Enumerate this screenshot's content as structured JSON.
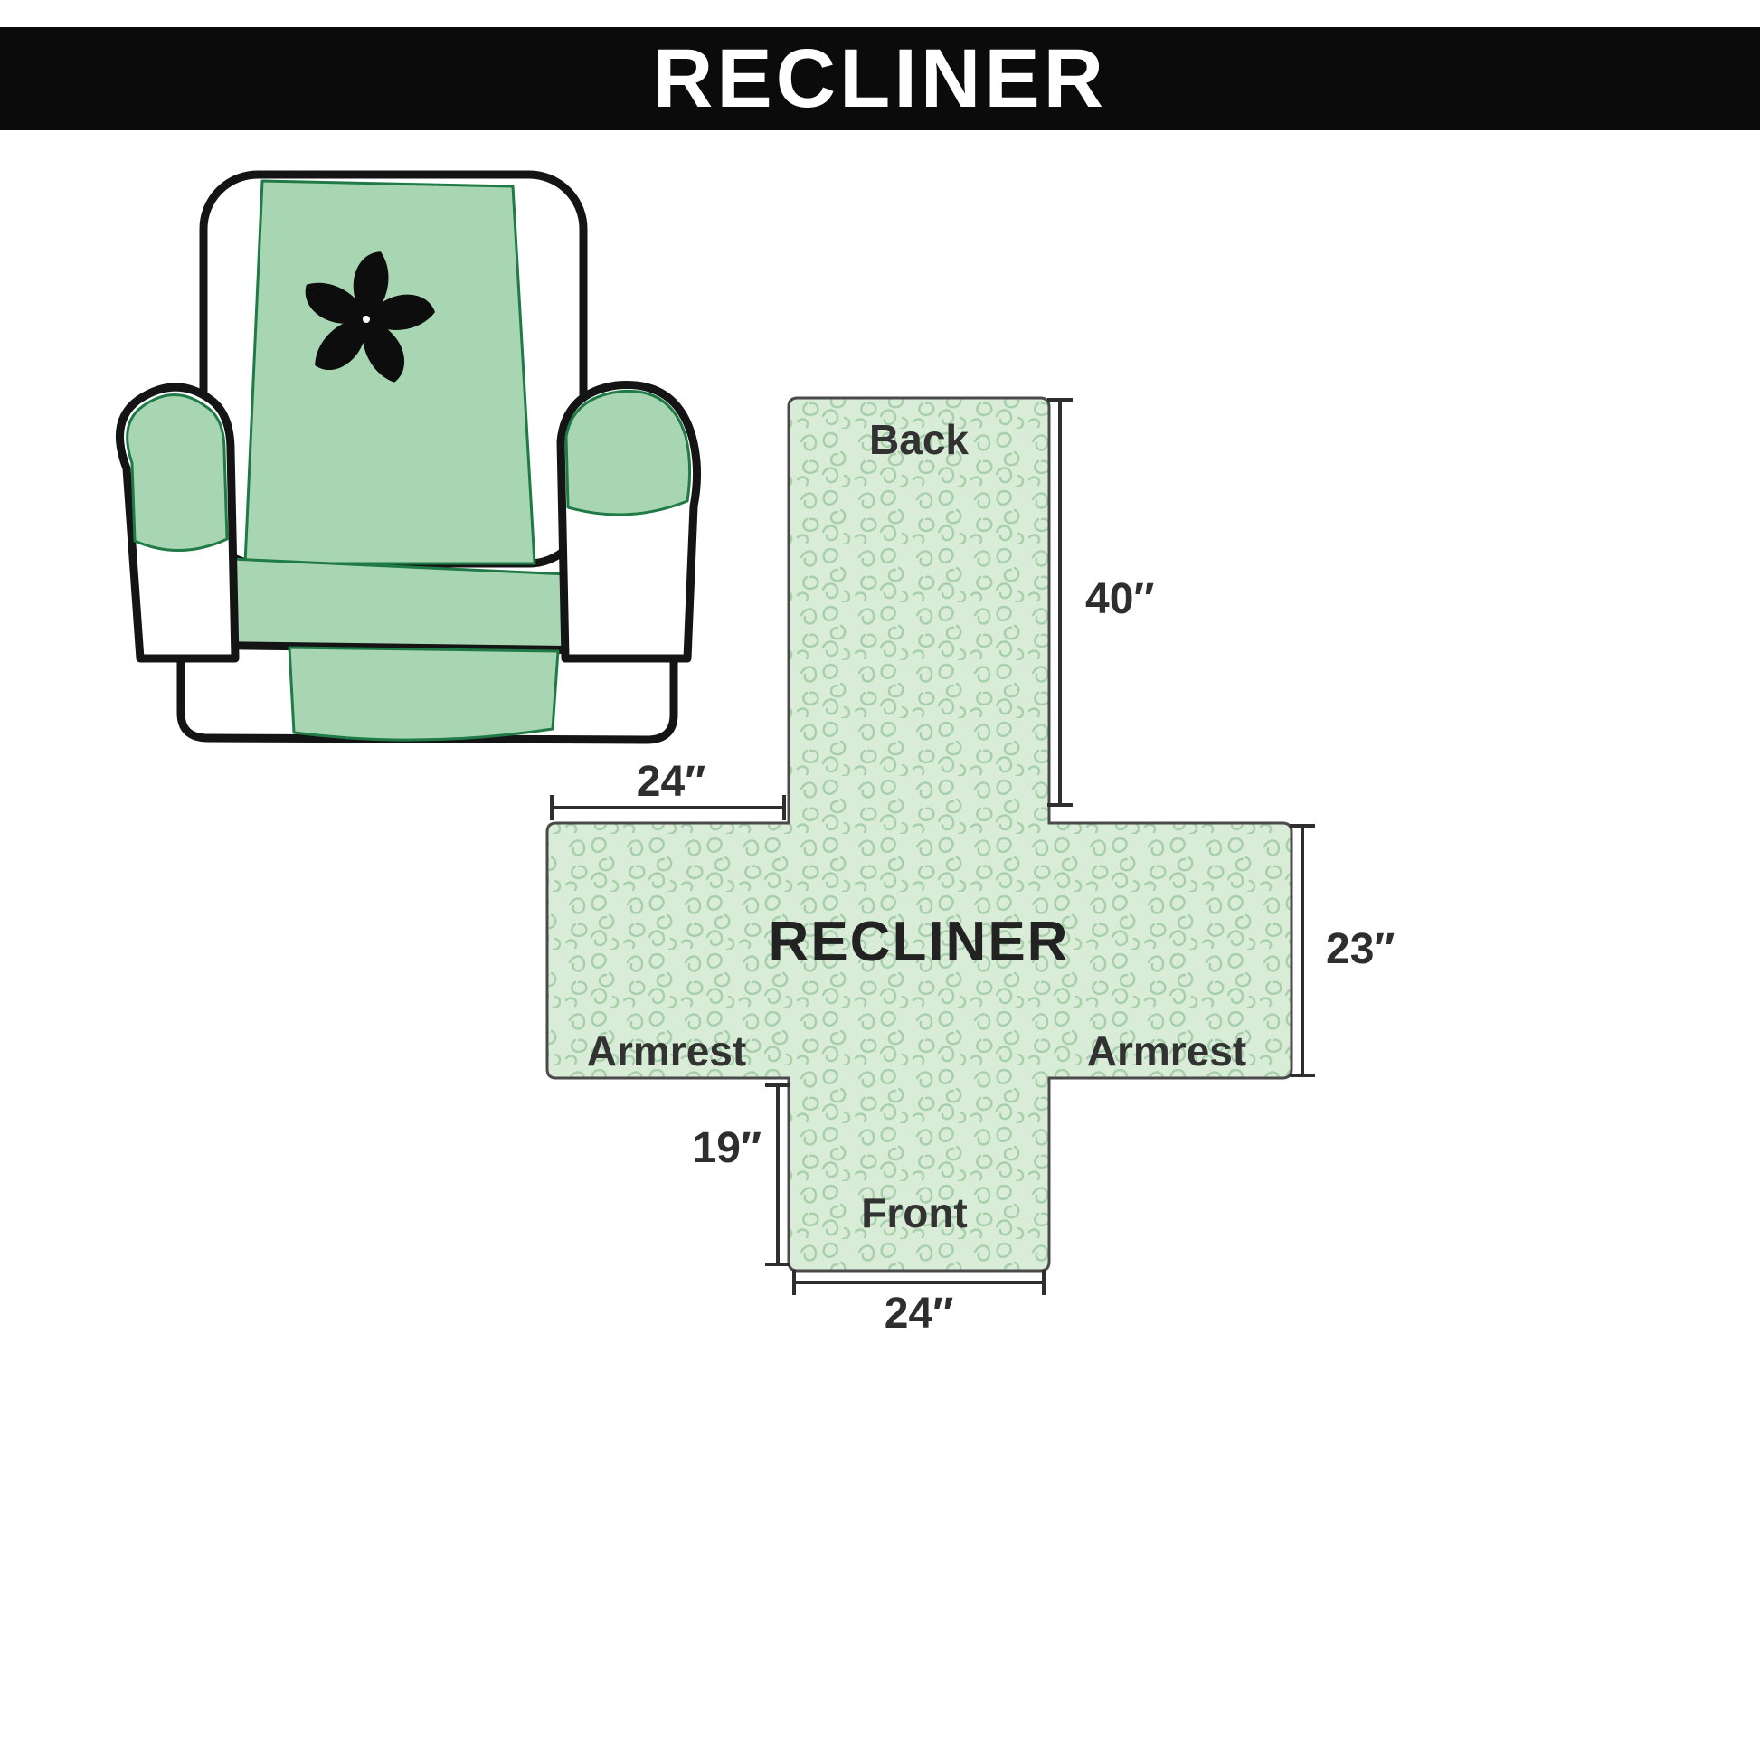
{
  "banner": {
    "title": "RECLINER",
    "bg_color": "#0b0b0b",
    "text_color": "#ffffff"
  },
  "chair": {
    "badge_icon": "pinwheel-icon",
    "cover_color": "#a9d6b2",
    "outline_color": "#141414"
  },
  "diagram": {
    "center_label": "RECLINER",
    "sections": {
      "back": "Back",
      "front": "Front",
      "armrest_left": "Armrest",
      "armrest_right": "Armrest"
    },
    "dimensions": {
      "back_height": "40″",
      "armrest_panel_width": "24″",
      "side_height": "23″",
      "front_height": "19″",
      "front_width": "24″"
    },
    "fill_color": "#d8ecd8",
    "pattern_color": "#a6cfaa",
    "outline_color": "#4a4a4a"
  }
}
